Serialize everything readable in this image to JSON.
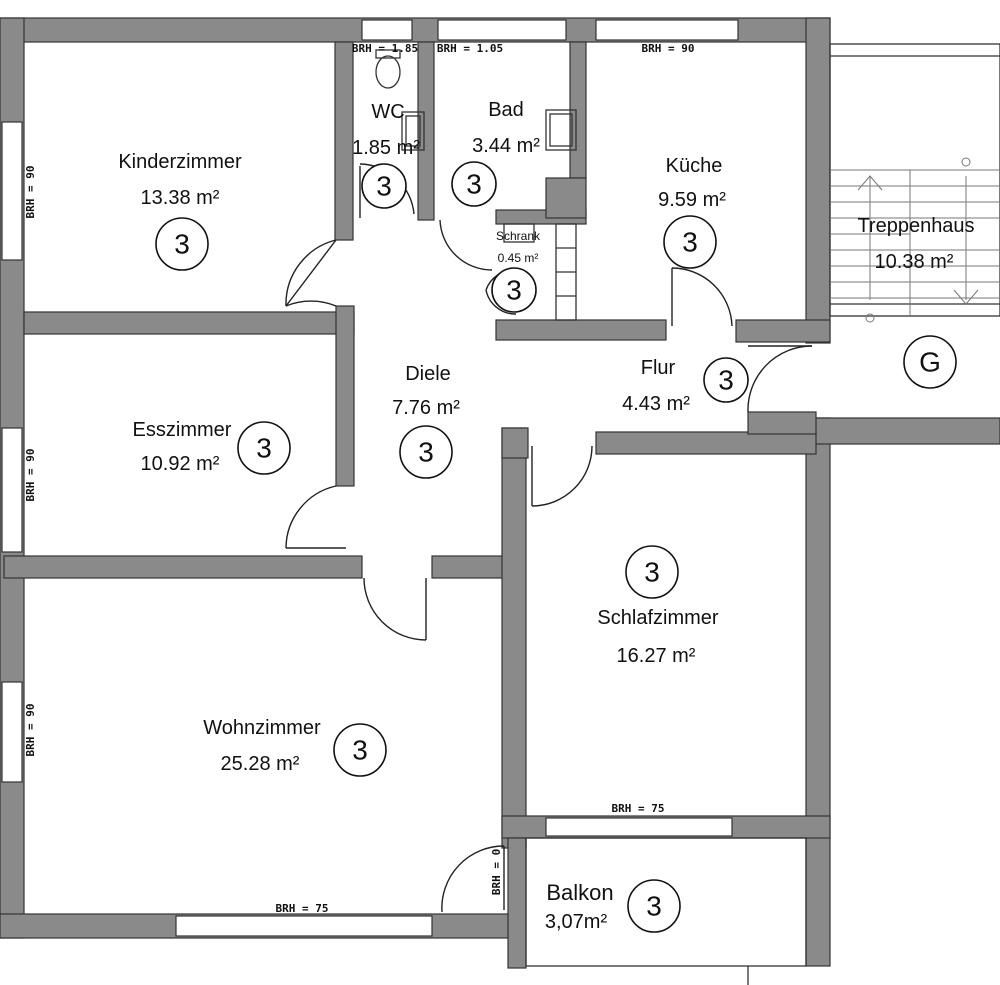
{
  "rooms": {
    "kinderzimmer": {
      "name": "Kinderzimmer",
      "area": "13.38 m²",
      "marker": "3"
    },
    "wc": {
      "name": "WC",
      "area": "1.85 m²",
      "marker": "3"
    },
    "bad": {
      "name": "Bad",
      "area": "3.44 m²",
      "marker": "3"
    },
    "kueche": {
      "name": "Küche",
      "area": "9.59 m²",
      "marker": "3"
    },
    "treppenhaus": {
      "name": "Treppenhaus",
      "area": "10.38 m²",
      "marker": "G"
    },
    "schrank": {
      "name": "Schrank",
      "area": "0.45 m²",
      "marker": "3"
    },
    "diele": {
      "name": "Diele",
      "area": "7.76 m²",
      "marker": "3"
    },
    "flur": {
      "name": "Flur",
      "area": "4.43 m²",
      "marker": "3"
    },
    "esszimmer": {
      "name": "Esszimmer",
      "area": "10.92 m²",
      "marker": "3"
    },
    "schlafzimmer": {
      "name": "Schlafzimmer",
      "area": "16.27 m²",
      "marker": "3"
    },
    "wohnzimmer": {
      "name": "Wohnzimmer",
      "area": "25.28 m²",
      "marker": "3"
    },
    "balkon": {
      "name": "Balkon",
      "area": "3,07m²",
      "marker": "3"
    }
  },
  "windows": {
    "wc": "BRH = 1.85",
    "bad": "BRH = 1.05",
    "kueche": "BRH = 90",
    "kinderzimmer": "BRH = 90",
    "esszimmer": "BRH = 90",
    "wohnzimmer_left": "BRH = 90",
    "wohnzimmer_bottom": "BRH = 75",
    "schlafzimmer": "BRH = 75",
    "balkon_door": "BRH = 0"
  }
}
